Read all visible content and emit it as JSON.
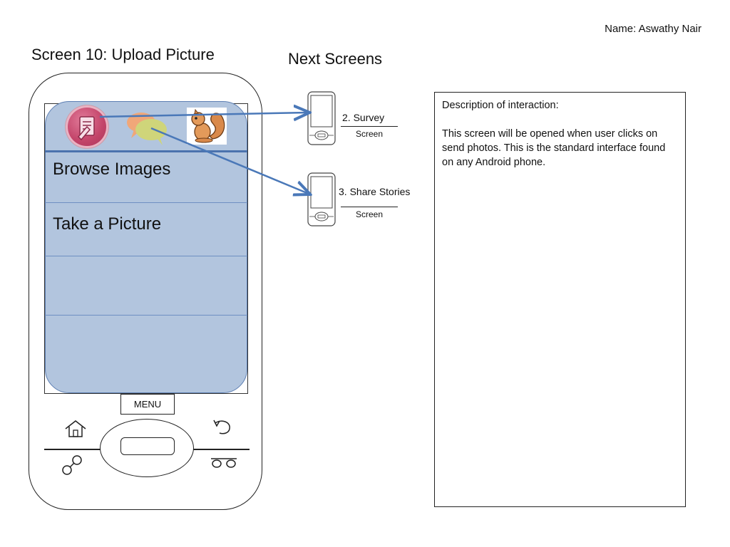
{
  "header": {
    "author": "Name: Aswathy Nair",
    "screen_title": "Screen 10: Upload Picture",
    "next_screens_title": "Next Screens"
  },
  "phone": {
    "app_icons": [
      {
        "name": "survey",
        "icon": "survey-pencil-icon"
      },
      {
        "name": "share-stories",
        "icon": "speech-bubbles-icon"
      },
      {
        "name": "mascot",
        "icon": "squirrel-icon"
      }
    ],
    "menu_items": [
      "Browse Images",
      "Take a Picture",
      "",
      ""
    ],
    "menu_button_label": "MENU",
    "hardware_icons": [
      "home-icon",
      "back-icon",
      "search-icon",
      "settings-icon"
    ]
  },
  "next_screens": [
    {
      "label": "2. Survey",
      "sub": "Screen"
    },
    {
      "label": "3. Share Stories",
      "sub": "Screen"
    }
  ],
  "description": {
    "title": "Description of interaction:",
    "body": "This screen will  be opened when user clicks  on send photos. This is the standard interface found on any Android phone."
  },
  "colors": {
    "panel": "#b2c5de",
    "panel_border": "#5d7fb3",
    "arrow": "#4a78b8"
  }
}
